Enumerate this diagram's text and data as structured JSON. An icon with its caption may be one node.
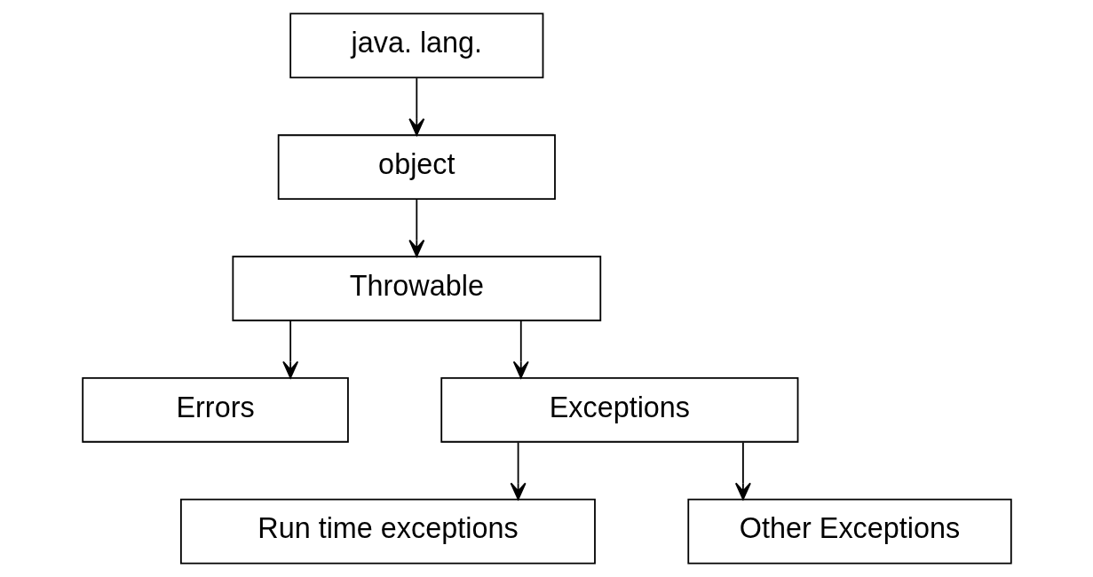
{
  "diagram": {
    "nodes": [
      {
        "text": [
          "java. lang."
        ]
      },
      {
        "text": [
          "object"
        ]
      },
      {
        "text": [
          "Throwable"
        ]
      },
      {
        "text": [
          "Errors"
        ]
      },
      {
        "text": [
          "Exceptions"
        ]
      },
      {
        "text": [
          "Run time exceptions"
        ]
      },
      {
        "text": [
          "Other Exceptions"
        ]
      }
    ],
    "edges": [
      {
        "from": 0,
        "to": 1,
        "arrow": "to"
      },
      {
        "from": 1,
        "to": 2,
        "arrow": "to"
      },
      {
        "from": 2,
        "to": 3,
        "arrow": "to"
      },
      {
        "from": 2,
        "to": 4,
        "arrow": "to"
      },
      {
        "from": 4,
        "to": 5,
        "arrow": "to"
      },
      {
        "from": 4,
        "to": 6,
        "arrow": "to"
      }
    ]
  }
}
